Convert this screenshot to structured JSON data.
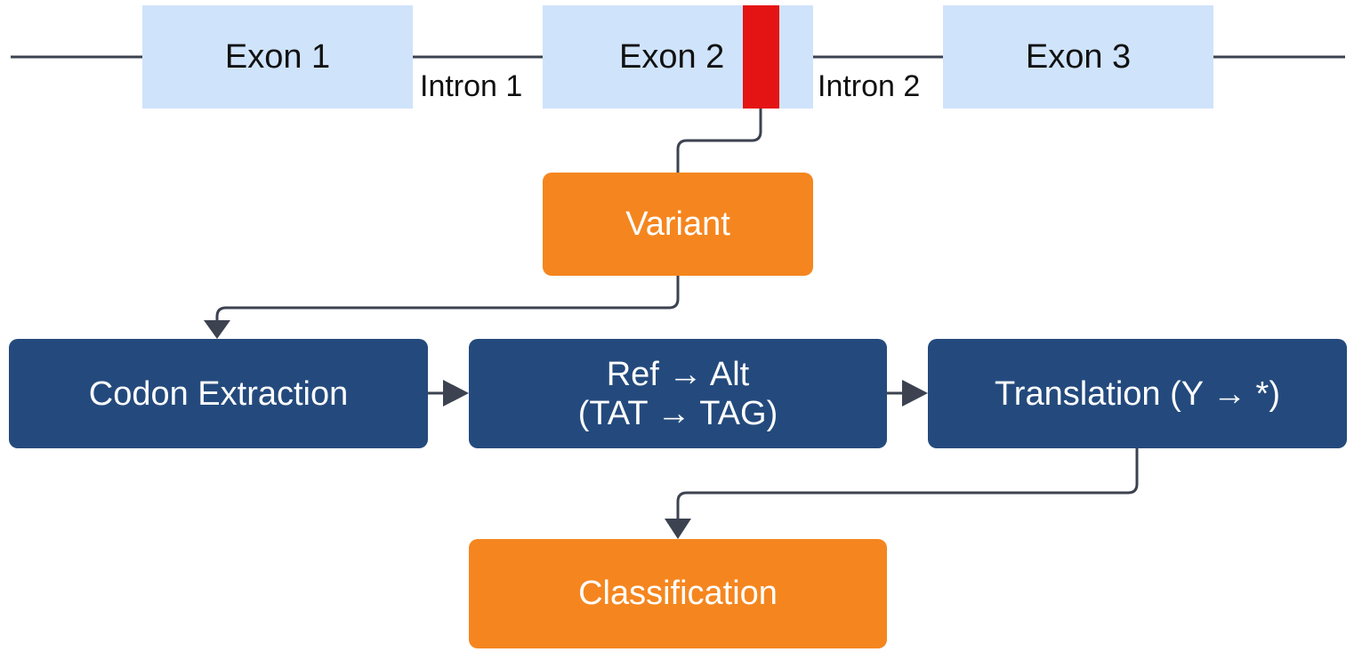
{
  "gene": {
    "exons": [
      "Exon 1",
      "Exon 2",
      "Exon 3"
    ],
    "introns": [
      "Intron 1",
      "Intron 2"
    ]
  },
  "variant": {
    "label": "Variant",
    "marker_color": "#e51414"
  },
  "pipeline": {
    "codon_extraction": "Codon Extraction",
    "ref_alt_line1": "Ref → Alt",
    "ref_alt_line2": "(TAT → TAG)",
    "translation": "Translation (Y → *)"
  },
  "classification": {
    "label": "Classification"
  },
  "colors": {
    "exon_fill": "#cfe3fb",
    "orange_box": "#f5861f",
    "navy_box": "#244a7d",
    "connector": "#3c4250"
  }
}
